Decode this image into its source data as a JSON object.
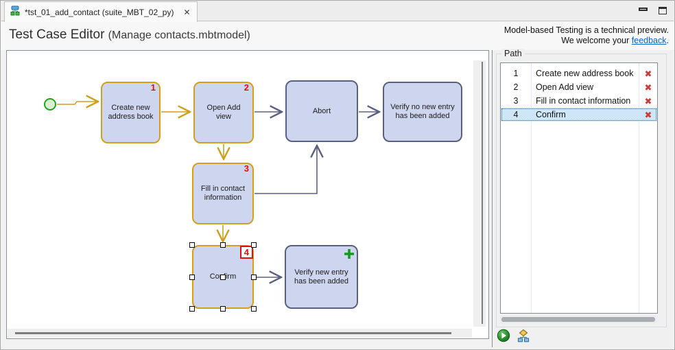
{
  "tab": {
    "title": "*tst_01_add_contact (suite_MBT_02_py)",
    "close_glyph": "✕"
  },
  "header": {
    "title": "Test Case Editor ",
    "subtitle": "(Manage contacts.mbtmodel)",
    "notice_line1": "Model-based Testing is a technical preview.",
    "notice_prefix": "We welcome your ",
    "notice_link": "feedback",
    "notice_suffix": "."
  },
  "diagram": {
    "nodes": [
      {
        "label": "Create new address book",
        "number": "1",
        "style": "path"
      },
      {
        "label": "Open Add view",
        "number": "2",
        "style": "path"
      },
      {
        "label": "Abort",
        "style": "plain"
      },
      {
        "label": "Verify no new entry has been added",
        "style": "plain"
      },
      {
        "label": "Fill in contact information",
        "number": "3",
        "style": "path"
      },
      {
        "label": "Confirm",
        "number": "4",
        "style": "path",
        "selected": true
      },
      {
        "label": "Verify new entry has been added",
        "style": "plain",
        "badge": "plus-icon"
      }
    ],
    "start_node": "start-circle"
  },
  "path_panel": {
    "title": "Path",
    "delete_icon_glyph": "✖",
    "rows": [
      {
        "index": "1",
        "label": "Create new address book"
      },
      {
        "index": "2",
        "label": "Open Add view"
      },
      {
        "index": "3",
        "label": "Fill in contact information"
      },
      {
        "index": "4",
        "label": "Confirm",
        "selected": true
      }
    ],
    "actions": [
      {
        "icon": "run-icon"
      },
      {
        "icon": "model-tree-icon"
      }
    ]
  },
  "colors": {
    "node_fill": "#ced5ee",
    "path_border": "#d2a01a",
    "plain_border": "#5a6080",
    "number_red": "#e60d0d",
    "start_green": "#23a11f",
    "selected_row_bg": "#cde7f8",
    "link_blue": "#0a64c8",
    "delete_red": "#cc3a3a",
    "plus_green": "#149a1c"
  }
}
